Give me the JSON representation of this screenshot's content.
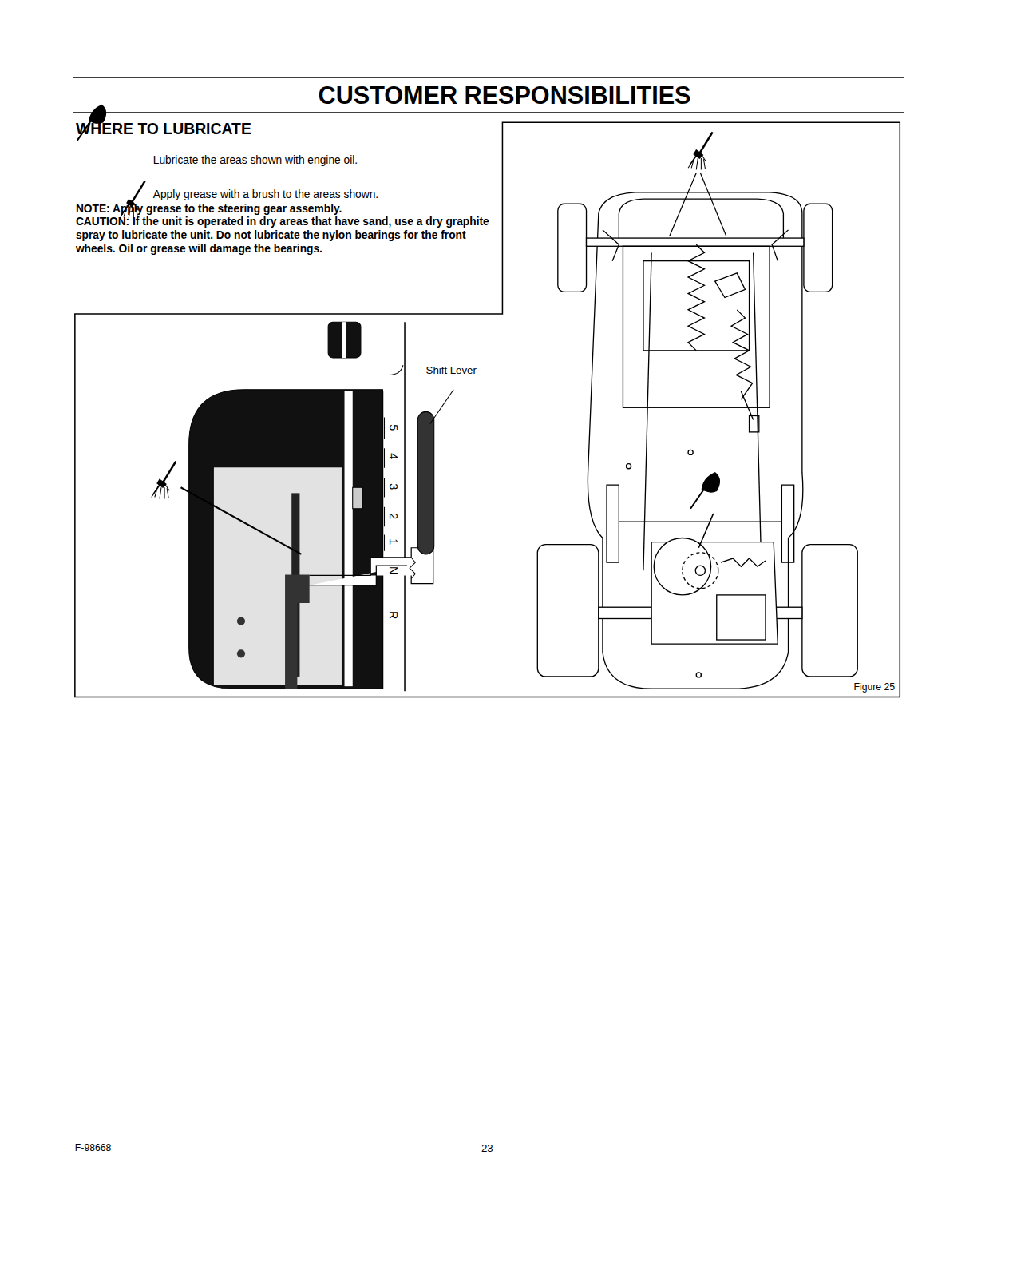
{
  "diagram": {
    "title": "CUSTOMER RESPONSIBILITIES",
    "labels": [
      "WHERE TO LUBRICATE",
      "Lubricate the areas shown with engine oil.",
      "Apply grease with a brush to the areas shown.",
      "NOTE: Apply grease to the steering gear assembly.",
      "CAUTION: If the unit is operated in dry areas that have sand, use a dry graphite spray to lubricate the unit. Do not lubricate the nylon bearings for the front wheels. Oil or grease will damage the bearings.",
      "Shift Lever",
      "5",
      "4",
      "3",
      "2",
      "1",
      "N",
      "R",
      "Figure 25",
      "F-98668",
      "23"
    ]
  }
}
